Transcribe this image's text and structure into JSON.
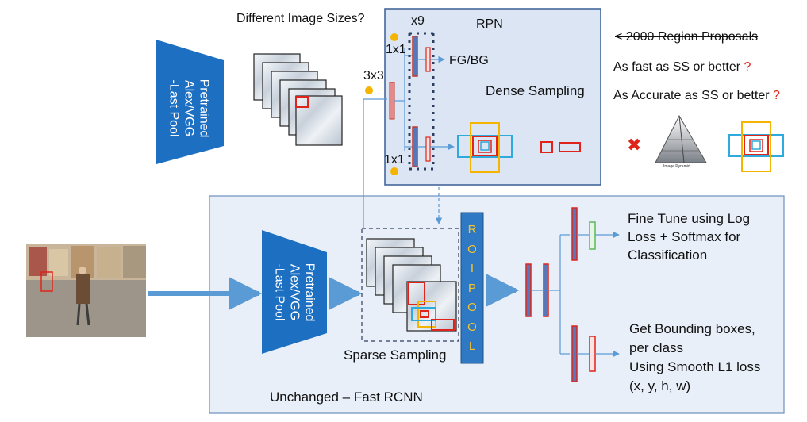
{
  "header": {
    "question": "Different Image Sizes?"
  },
  "rpn": {
    "title": "RPN",
    "repeat": "x9",
    "conv1": "1x1",
    "conv2": "1x1",
    "conv3": "3x3",
    "fgbg": "FG/BG",
    "dense": "Dense Sampling"
  },
  "notes": {
    "proposals": "< 2000 Region Proposals",
    "fast_prefix": "As fast as SS or better ",
    "fast_mark": "?",
    "accurate_prefix": "As Accurate as SS or better ",
    "accurate_mark": "?",
    "cross": "✖",
    "pyramid_caption": "Image Pyramid"
  },
  "backbone_top": {
    "line1": "Pretrained",
    "line2": "Alex/VGG",
    "line3": "-Last Pool"
  },
  "backbone_bottom": {
    "line1": "Pretrained",
    "line2": "Alex/VGG",
    "line3": "-Last Pool"
  },
  "roi_pool": {
    "letters": [
      "R",
      "O",
      "I",
      "P",
      "O",
      "O",
      "L"
    ]
  },
  "sparse": "Sparse Sampling",
  "footer": "Unchanged – Fast RCNN",
  "heads": {
    "cls_1": "Fine Tune using Log",
    "cls_2": "Loss + Softmax for",
    "cls_3": "Classification",
    "box_1": "Get Bounding boxes,",
    "box_2": "per class",
    "box_3": "Using Smooth L1 loss",
    "box_4": "(x, y, h, w)"
  },
  "colors": {
    "blue_shape": "#1d6fc2",
    "rpn_fill": "#dbe5f4",
    "fast_fill": "#e9eff8",
    "arrow": "#5b9bd5",
    "red": "#e0241b",
    "yellow": "#f4b400",
    "cyan": "#2eaadc",
    "green": "#5cb85c",
    "bar_fill": "#e58a8a",
    "bar_blue": "#5877b8"
  }
}
